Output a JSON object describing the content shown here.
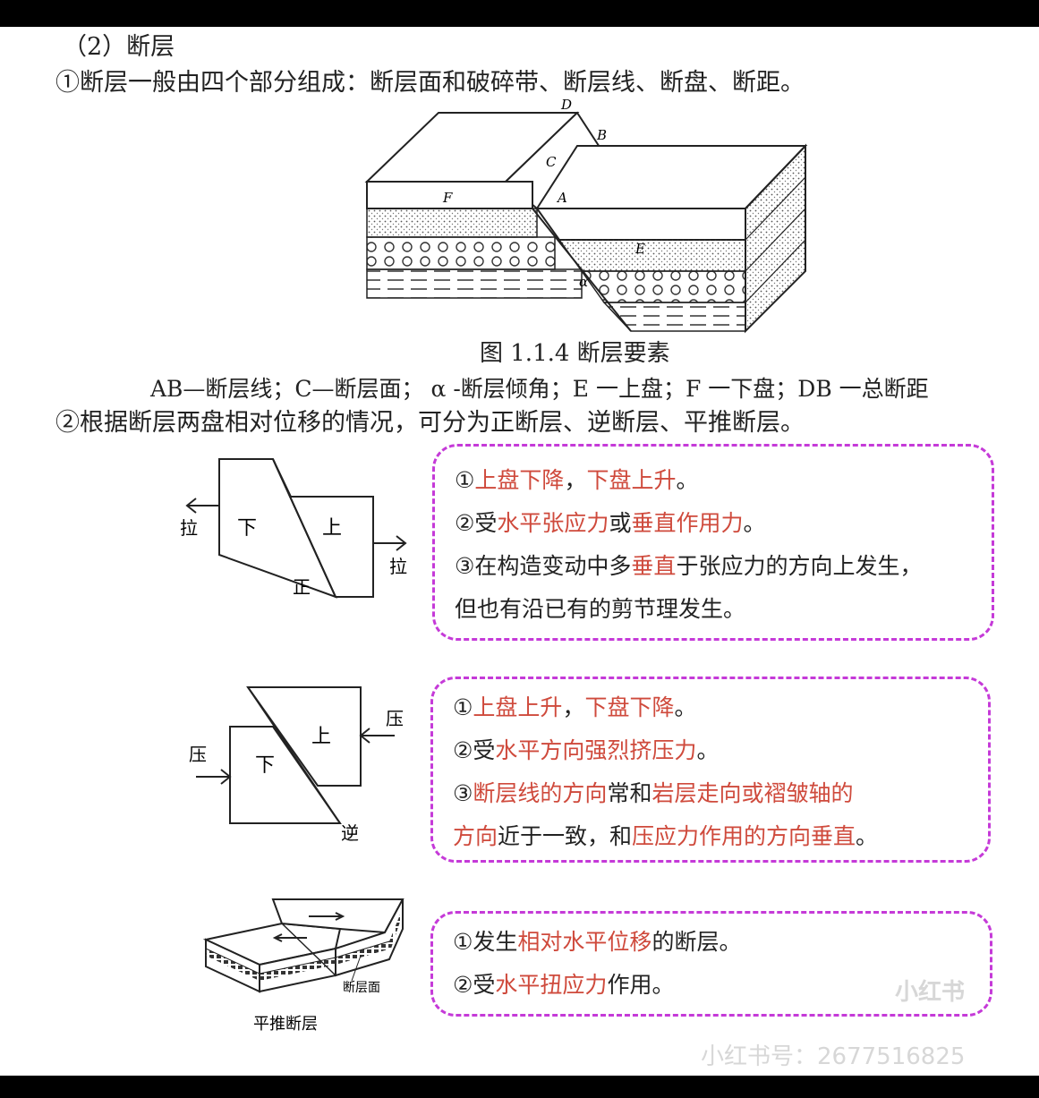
{
  "section_title": "（2）断层",
  "point1": "①断层一般由四个部分组成：断层面和破碎带、断层线、断盘、断距。",
  "figure": {
    "labels": {
      "D": "D",
      "B": "B",
      "C": "C",
      "F": "F",
      "A": "A",
      "E": "E",
      "alpha": "α"
    },
    "caption": "图 1.1.4 断层要素",
    "legend": "AB—断层线；C—断层面； α -断层倾角；E 一上盘；F 一下盘；DB 一总断距"
  },
  "point2": "②根据断层两盘相对位移的情况，可分为正断层、逆断层、平推断层。",
  "normal_fault": {
    "diagram": {
      "pull_left": "拉",
      "pull_right": "拉",
      "lower": "下",
      "upper": "上",
      "name": "正"
    },
    "lines": [
      [
        {
          "t": "①",
          "hl": false
        },
        {
          "t": "上盘下降",
          "hl": true
        },
        {
          "t": "，",
          "hl": false
        },
        {
          "t": "下盘上升",
          "hl": true
        },
        {
          "t": "。",
          "hl": false
        }
      ],
      [
        {
          "t": "②受",
          "hl": false
        },
        {
          "t": "水平张应力",
          "hl": true
        },
        {
          "t": "或",
          "hl": false
        },
        {
          "t": "垂直作用力",
          "hl": true
        },
        {
          "t": "。",
          "hl": false
        }
      ],
      [
        {
          "t": "③在构造变动中多",
          "hl": false
        },
        {
          "t": "垂直",
          "hl": true
        },
        {
          "t": "于张应力的方向上发生，",
          "hl": false
        }
      ],
      [
        {
          "t": "但也有沿已有的剪节理发生。",
          "hl": false
        }
      ]
    ]
  },
  "reverse_fault": {
    "diagram": {
      "press_left": "压",
      "press_right": "压",
      "lower": "下",
      "upper": "上",
      "name": "逆"
    },
    "lines": [
      [
        {
          "t": "①",
          "hl": false
        },
        {
          "t": "上盘上升",
          "hl": true
        },
        {
          "t": "，",
          "hl": false
        },
        {
          "t": "下盘下降",
          "hl": true
        },
        {
          "t": "。",
          "hl": false
        }
      ],
      [
        {
          "t": "②受",
          "hl": false
        },
        {
          "t": "水平方向强烈挤压力",
          "hl": true
        },
        {
          "t": "。",
          "hl": false
        }
      ],
      [
        {
          "t": "③",
          "hl": false
        },
        {
          "t": "断层线的方向",
          "hl": true
        },
        {
          "t": "常和",
          "hl": false
        },
        {
          "t": "岩层走向或褶皱轴的",
          "hl": true
        }
      ],
      [
        {
          "t": "方向",
          "hl": true
        },
        {
          "t": "近于一致，和",
          "hl": false
        },
        {
          "t": "压应力作用的方向垂直",
          "hl": true
        },
        {
          "t": "。",
          "hl": false
        }
      ]
    ]
  },
  "strike_slip_fault": {
    "diagram": {
      "plane_label": "断层面",
      "name": "平推断层"
    },
    "lines": [
      [
        {
          "t": "①发生",
          "hl": false
        },
        {
          "t": "相对水平位移",
          "hl": true
        },
        {
          "t": "的断层。",
          "hl": false
        }
      ],
      [
        {
          "t": "②受",
          "hl": false
        },
        {
          "t": "水平扭应力",
          "hl": true
        },
        {
          "t": "作用。",
          "hl": false
        }
      ]
    ]
  },
  "watermark": {
    "logo": "小红书",
    "id": "小红书号：2677516825"
  }
}
